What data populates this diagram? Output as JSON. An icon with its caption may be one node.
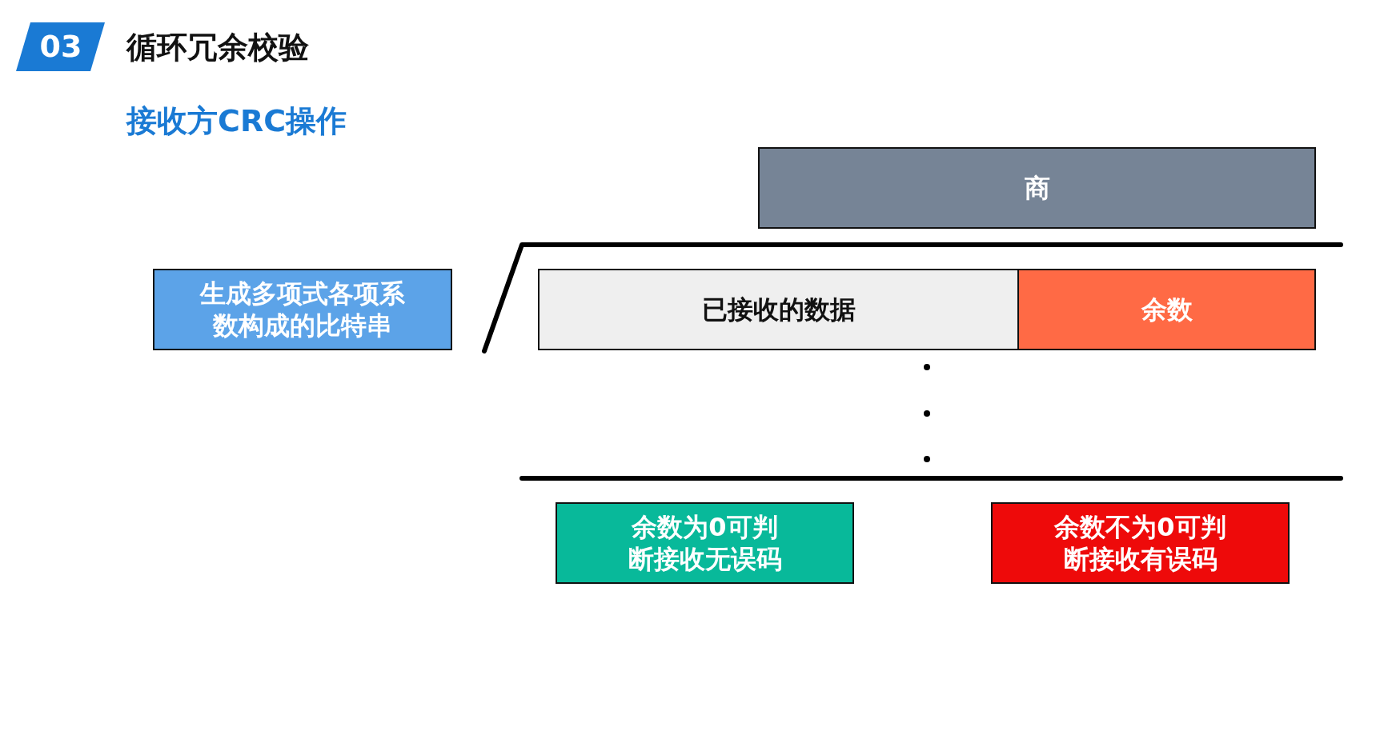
{
  "diagram": {
    "title": "循环冗余校验",
    "nodes": [
      {
        "text": [
          "商"
        ]
      },
      {
        "text": [
          "生成多项式各项系数构成的比特串"
        ]
      },
      {
        "text": [
          "已接收的数据"
        ]
      },
      {
        "text": [
          "余数"
        ]
      },
      {
        "text": [
          "余数为0可判断接收无误码"
        ]
      },
      {
        "text": [
          "余数不为0可判断接收有误码"
        ]
      }
    ],
    "edges": [],
    "labels": [
      "03",
      "接收方CRC操作"
    ]
  }
}
